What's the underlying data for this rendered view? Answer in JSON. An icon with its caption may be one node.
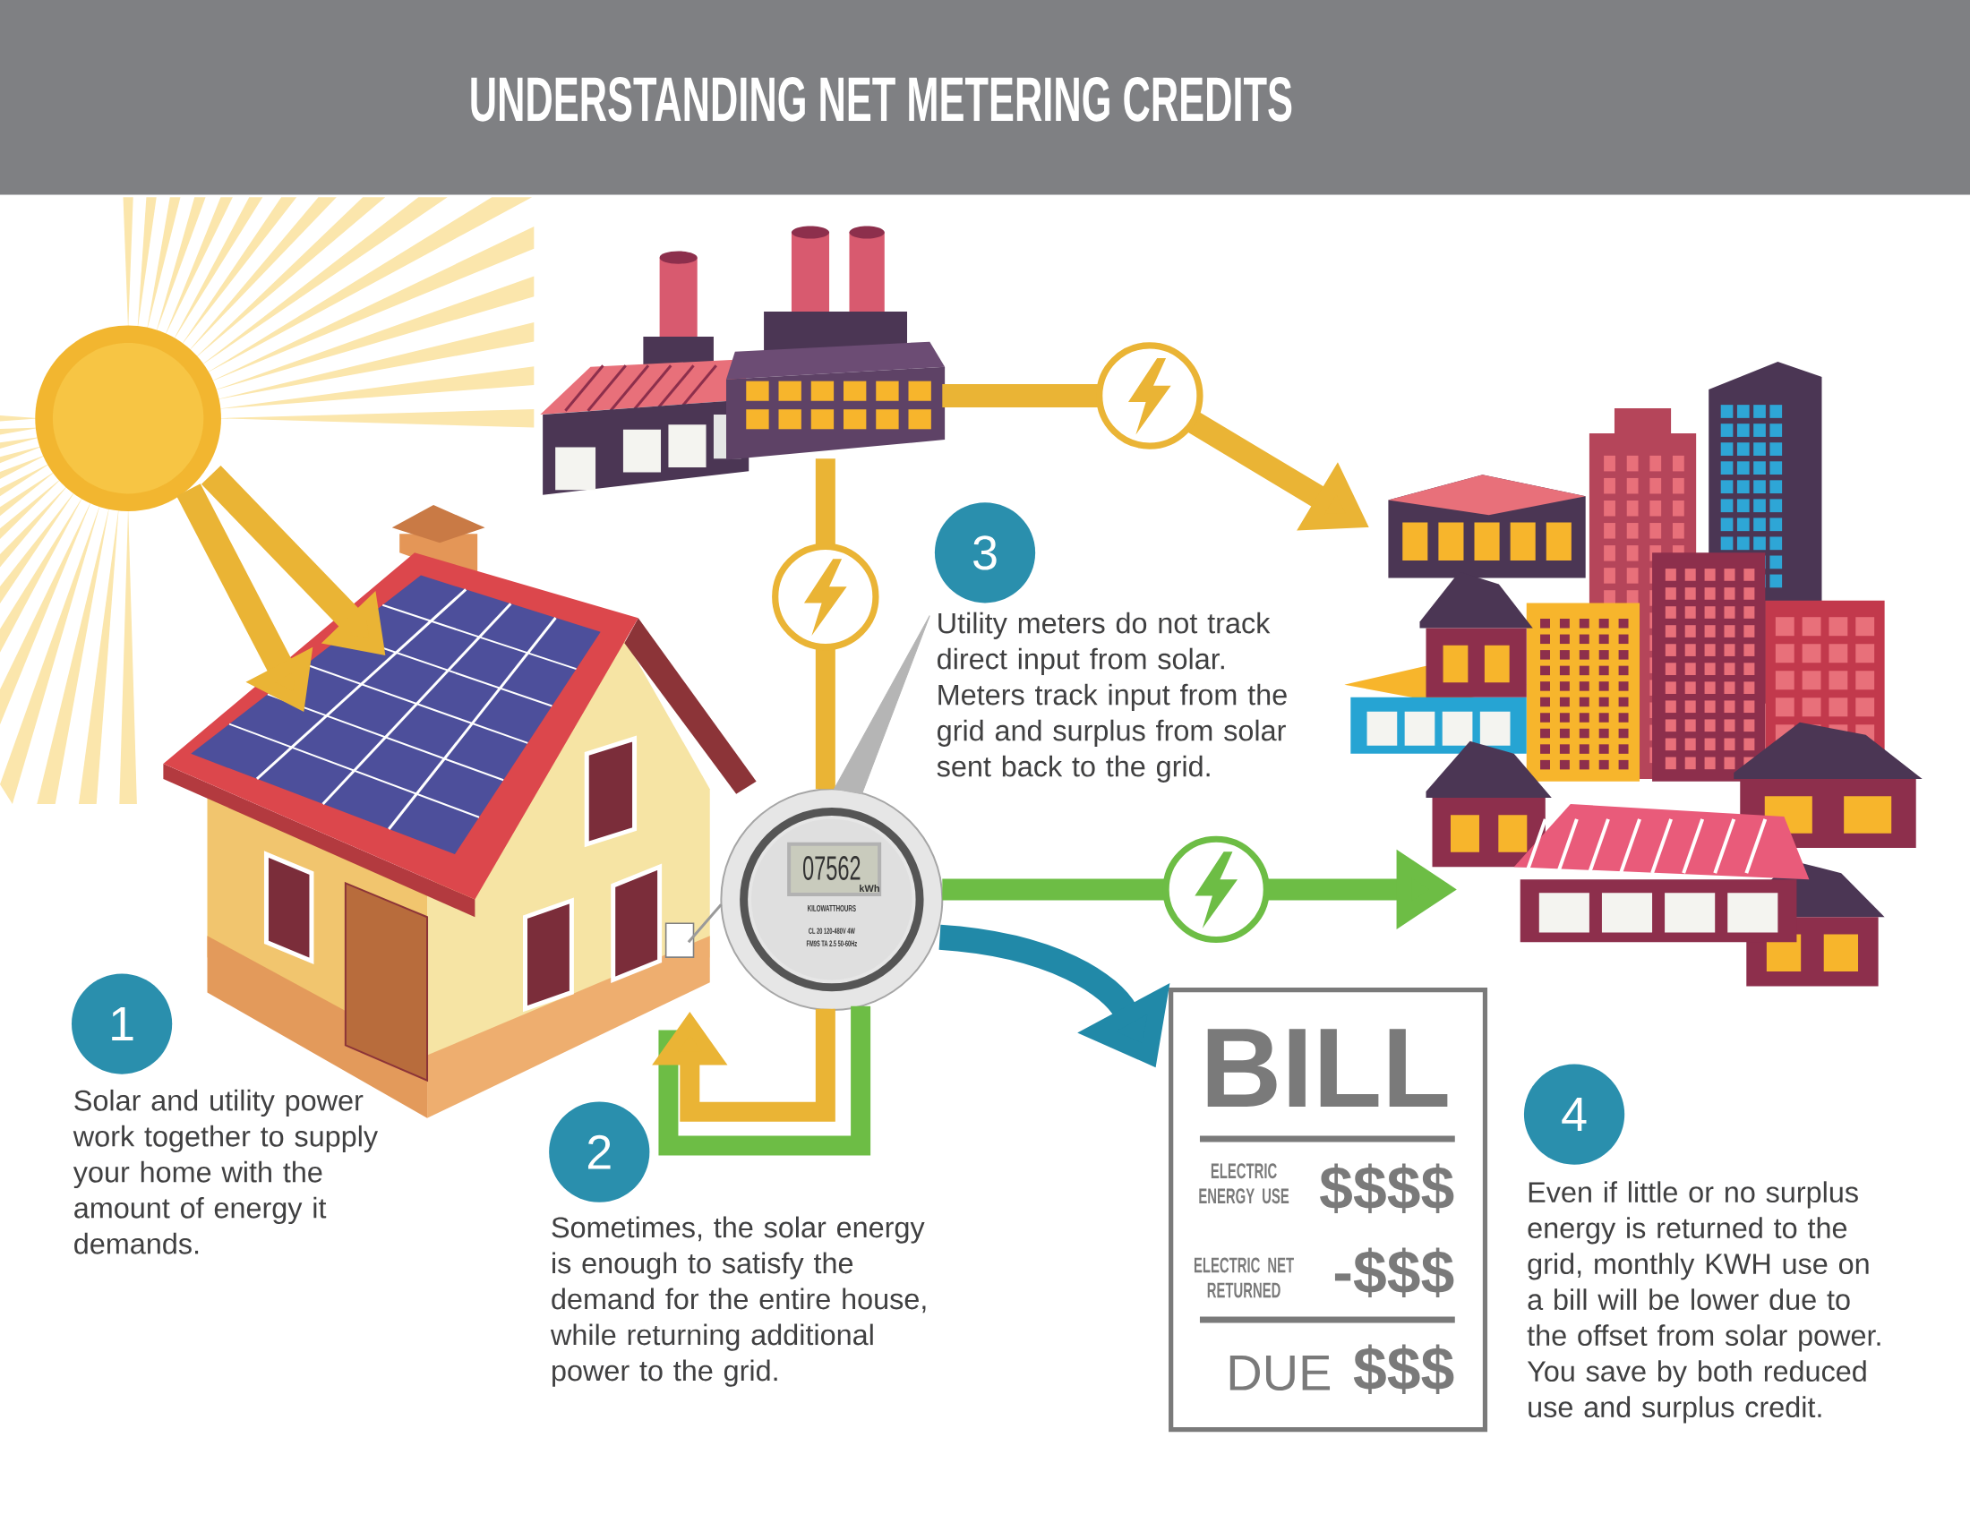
{
  "diagram": {
    "title": "UNDERSTANDING NET METERING CREDITS",
    "nodes": [
      {
        "text": [],
        "shape": "picture"
      },
      {
        "text": [],
        "shape": "picture"
      },
      {
        "text": [],
        "shape": "picture"
      },
      {
        "text": [
          "3"
        ],
        "beside": [
          "Utility meters do not track direct input from solar. Meters track input from the grid and surplus from solar sent back to the grid."
        ]
      },
      {
        "text": [],
        "shape": "picture"
      },
      {
        "text": [
          "07562",
          "kWh",
          "KILOWATTHOURS",
          "CL 20 120-480V 4W",
          "FM9S TA 2.5 50-60Hz"
        ]
      },
      {
        "text": [
          "1"
        ],
        "beside": [
          "Solar and utility power work together to supply your home with the amount of energy it demands."
        ]
      },
      {
        "text": [
          "2"
        ],
        "beside": [
          "Sometimes, the solar energy is enough to satisfy the demand for the entire house, while returning additional power to the grid."
        ]
      },
      {
        "text": [
          "BILL",
          "ELECTRIC ENERGY USE",
          "$$$$",
          "ELECTRIC NET RETURNED",
          "-$$$",
          "DUE",
          "$$$"
        ]
      },
      {
        "text": [
          "4"
        ],
        "beside": [
          "Even if little or no surplus energy is returned to the grid, monthly KWH use on a bill will be lower due to the offset from solar power. You save by both reduced use and surplus credit."
        ]
      }
    ],
    "edges": [
      {
        "from": 0,
        "to": 4,
        "arrow": "to"
      },
      {
        "from": 0,
        "to": 4,
        "arrow": "to"
      },
      {
        "from": 1,
        "to": 2,
        "arrow": "to"
      },
      {
        "from": 1,
        "to": 5,
        "arrow": "none"
      },
      {
        "from": 4,
        "to": 5,
        "arrow": "none",
        "color": "#6dbd45"
      },
      {
        "from": 5,
        "to": 4,
        "arrow": "to"
      },
      {
        "from": 5,
        "to": 2,
        "arrow": "to",
        "color": "#6dbd45"
      },
      {
        "from": 5,
        "to": 8,
        "arrow": "to",
        "color": "#2189a8"
      },
      {
        "from": 3,
        "to": 5,
        "arrow": "none",
        "color": "#b5b5b5"
      },
      {
        "from": 5,
        "to": 4,
        "arrow": "none",
        "color": "#9a9a9a"
      }
    ]
  }
}
